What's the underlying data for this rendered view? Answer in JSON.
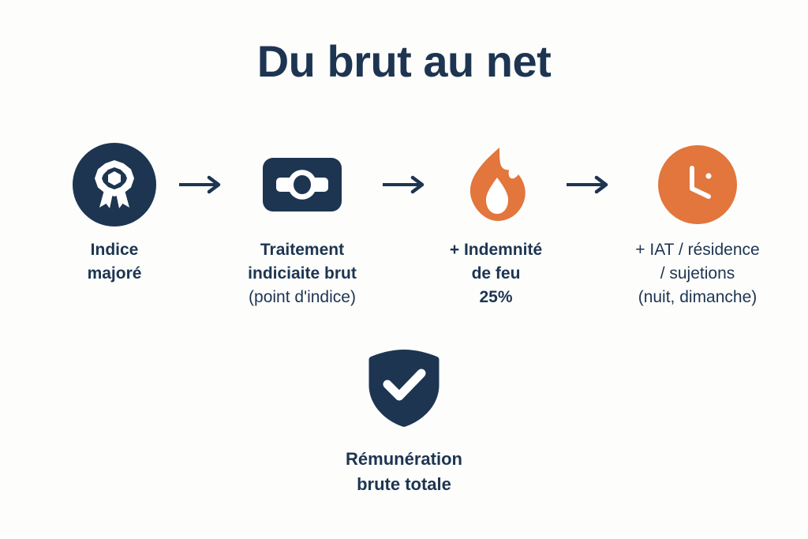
{
  "page": {
    "title": "Du brut au net",
    "background_color": "#fdfdfc",
    "navy": "#1d3551",
    "orange": "#e2763c",
    "white": "#ffffff"
  },
  "flow": {
    "steps": [
      {
        "icon": "award-medal-icon",
        "icon_style": "navy-circle",
        "lines": [
          {
            "text": "Indice",
            "weight": "bold"
          },
          {
            "text": "majoré",
            "weight": "bold"
          }
        ]
      },
      {
        "icon": "banknote-icon",
        "icon_style": "navy-rounded-rect",
        "lines": [
          {
            "text": "Traitement",
            "weight": "bold"
          },
          {
            "text": "indiciaite brut",
            "weight": "bold"
          },
          {
            "text": "(point d'indice)",
            "weight": "regular"
          }
        ]
      },
      {
        "icon": "flame-icon",
        "icon_style": "orange-flame",
        "lines": [
          {
            "text": "+ Indemnité",
            "weight": "bold"
          },
          {
            "text": "de feu",
            "weight": "bold"
          },
          {
            "text": "25%",
            "weight": "bold"
          }
        ]
      },
      {
        "icon": "clock-icon",
        "icon_style": "orange-circle",
        "lines": [
          {
            "text": "+ IAT / résidence",
            "weight": "regular"
          },
          {
            "text": "/ sujetions",
            "weight": "regular"
          },
          {
            "text": "(nuit, dimanche)",
            "weight": "regular"
          }
        ]
      }
    ],
    "arrows": [
      {
        "icon": "arrow-right-icon"
      },
      {
        "icon": "arrow-right-icon"
      },
      {
        "icon": "arrow-right-icon"
      }
    ]
  },
  "total": {
    "icon": "shield-check-icon",
    "lines": [
      {
        "text": "Rémunération"
      },
      {
        "text": "brute totale"
      }
    ]
  }
}
